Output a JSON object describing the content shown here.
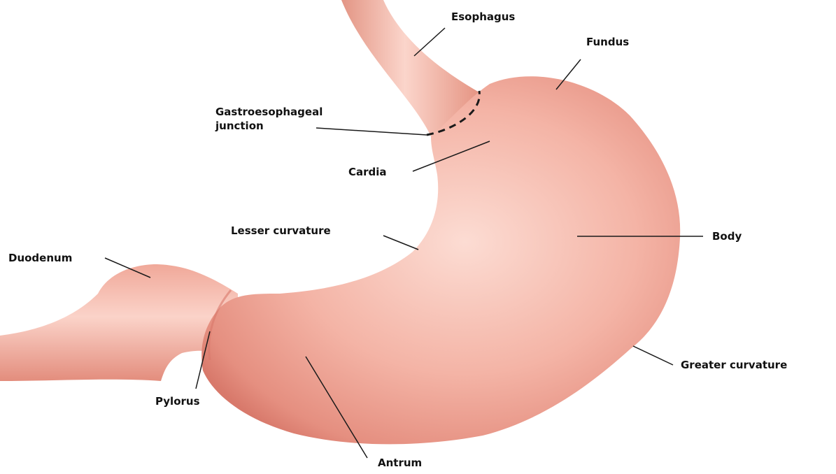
{
  "labels": {
    "esophagus": "Esophagus",
    "fundus": "Fundus",
    "ge_junction_line1": "Gastroesophageal",
    "ge_junction_line2": "junction",
    "cardia": "Cardia",
    "lesser_curvature": "Lesser curvature",
    "body": "Body",
    "duodenum": "Duodenum",
    "greater_curvature": "Greater curvature",
    "pylorus": "Pylorus",
    "antrum": "Antrum"
  },
  "colors": {
    "organ_light": "#fbd2c8",
    "organ_mid": "#f2a99a",
    "organ_dark": "#d9786a",
    "line": "#1a1a1a"
  }
}
